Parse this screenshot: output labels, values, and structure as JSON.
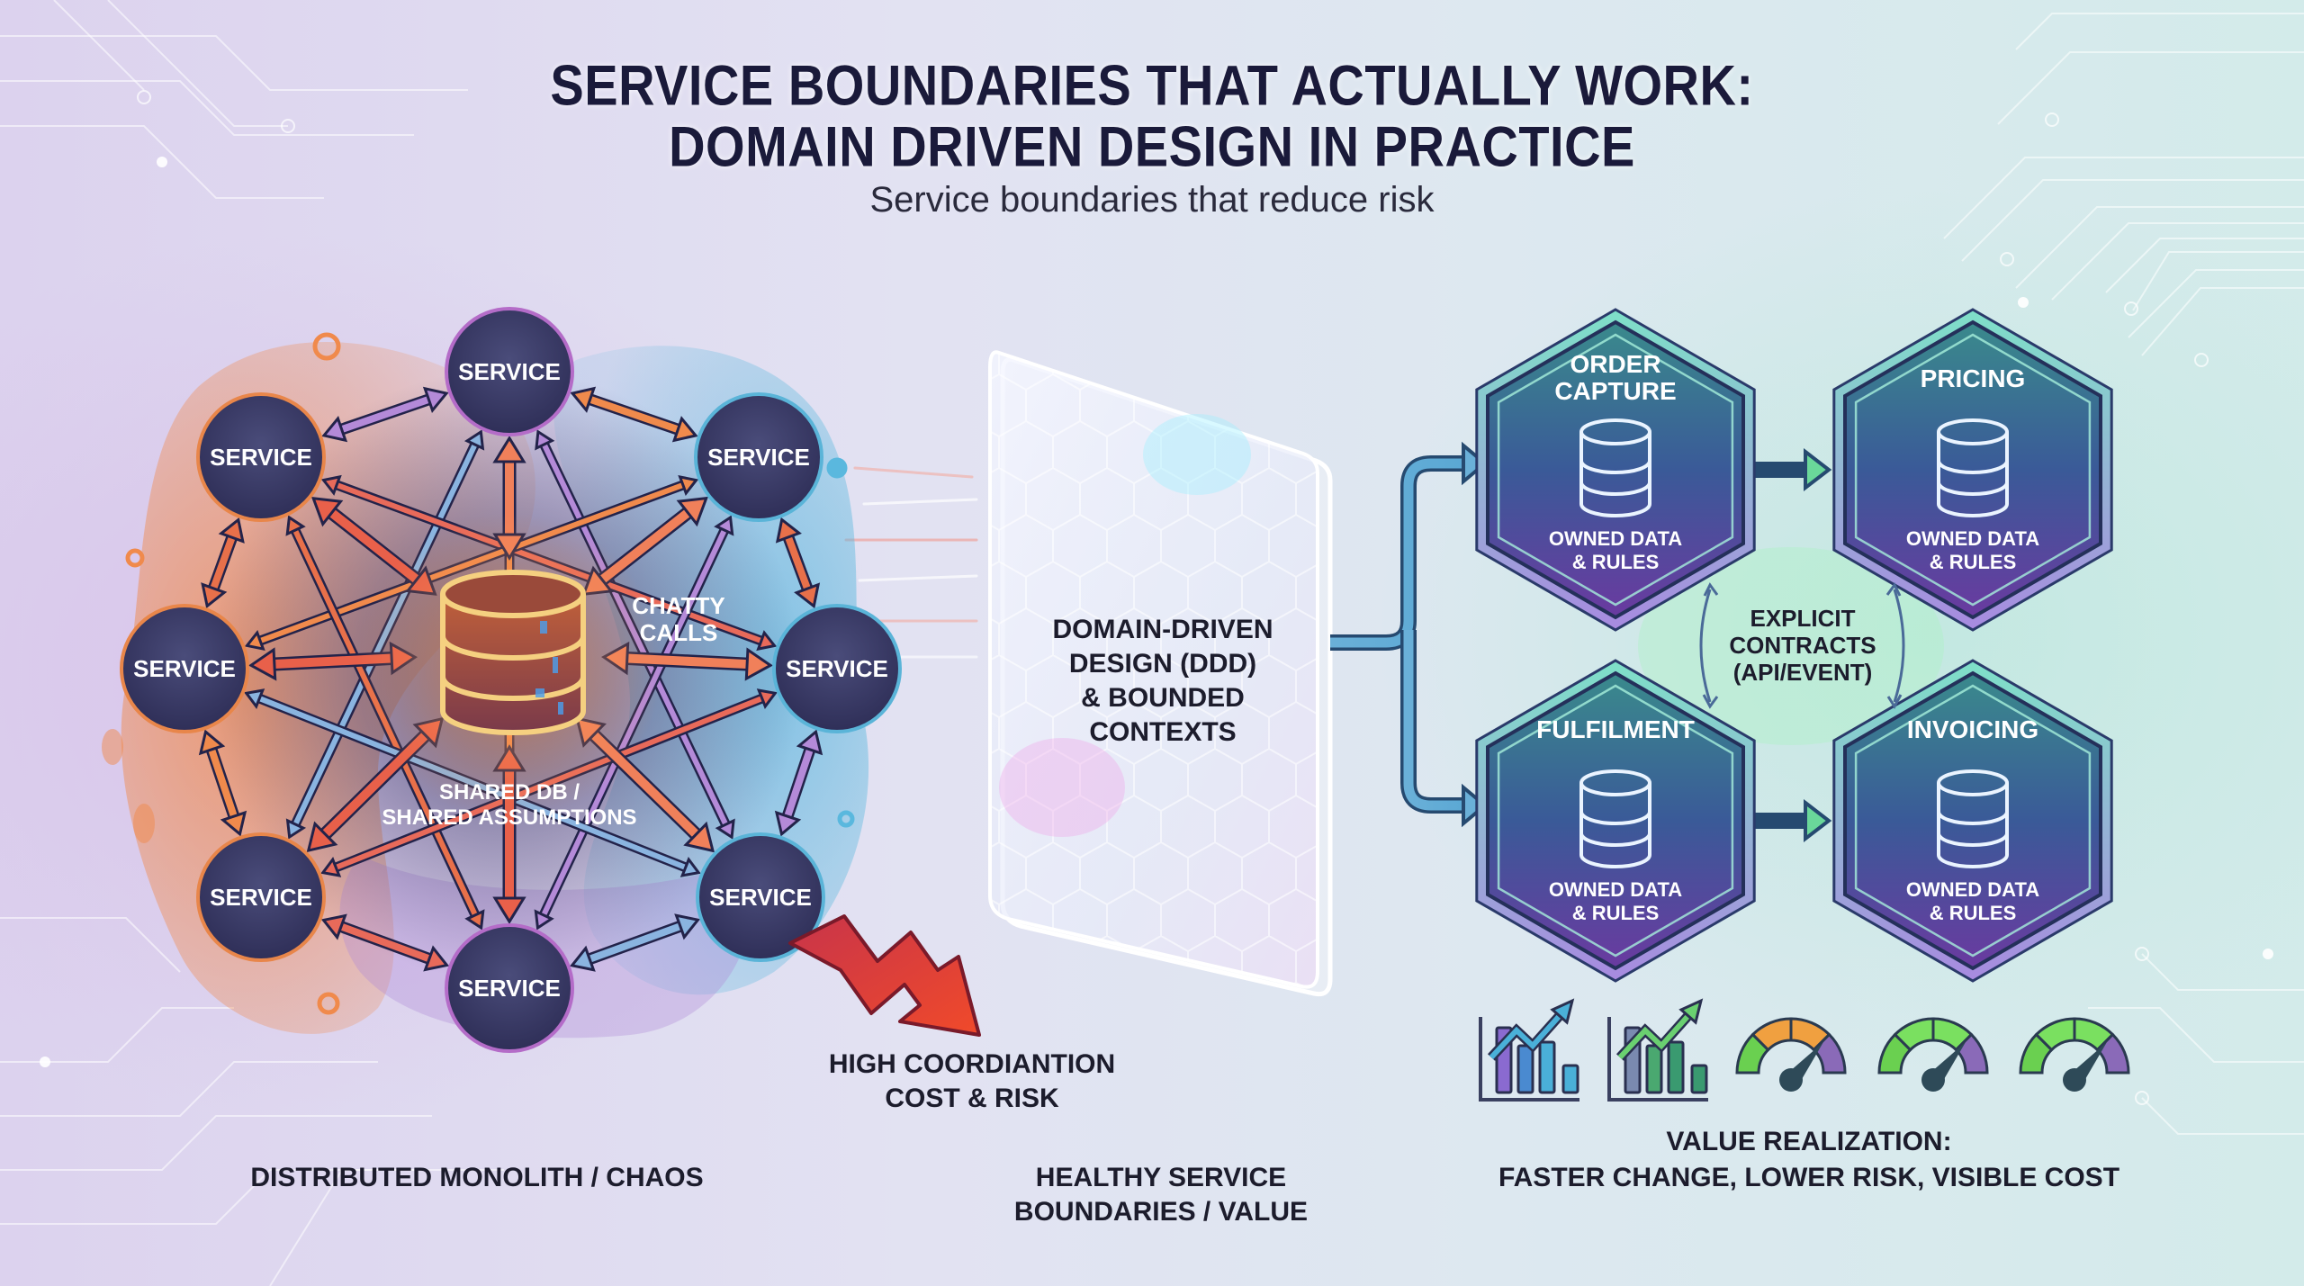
{
  "header": {
    "title_line1": "SERVICE BOUNDARIES THAT ACTUALLY WORK:",
    "title_line2": "DOMAIN DRIVEN DESIGN IN PRACTICE",
    "subtitle": "Service boundaries that reduce risk"
  },
  "left_panel": {
    "services": [
      {
        "label": "SERVICE",
        "accent": "#b46cc8"
      },
      {
        "label": "SERVICE",
        "accent": "#5ab4d8"
      },
      {
        "label": "SERVICE",
        "accent": "#5ab4d8"
      },
      {
        "label": "SERVICE",
        "accent": "#5ab4d8"
      },
      {
        "label": "SERVICE",
        "accent": "#b46cc8"
      },
      {
        "label": "SERVICE",
        "accent": "#e8864a"
      },
      {
        "label": "SERVICE",
        "accent": "#e8864a"
      },
      {
        "label": "SERVICE",
        "accent": "#e8864a"
      }
    ],
    "shared_db_label_line1": "SHARED DB /",
    "shared_db_label_line2": "SHARED ASSUMPTIONS",
    "chatty_calls_line1": "CHATTY",
    "chatty_calls_line2": "CALLS",
    "risk_caption_line1": "HIGH COORDIANTION",
    "risk_caption_line2": "COST & RISK",
    "caption": "DISTRIBUTED MONOLITH / CHAOS",
    "risk_color": "#e8442e"
  },
  "center_panel": {
    "ddd_line1": "DOMAIN-DRIVEN",
    "ddd_line2": "DESIGN (DDD)",
    "ddd_line3": "& BOUNDED",
    "ddd_line4": "CONTEXTS",
    "caption_line1": "HEALTHY SERVICE",
    "caption_line2": "BOUNDARIES / VALUE"
  },
  "right_panel": {
    "contexts": [
      {
        "title_line1": "ORDER",
        "title_line2": "CAPTURE",
        "sub_line1": "OWNED DATA",
        "sub_line2": "& RULES"
      },
      {
        "title_line1": "PRICING",
        "title_line2": "",
        "sub_line1": "OWNED DATA",
        "sub_line2": "& RULES"
      },
      {
        "title_line1": "FULFILMENT",
        "title_line2": "",
        "sub_line1": "OWNED DATA",
        "sub_line2": "& RULES"
      },
      {
        "title_line1": "INVOICING",
        "title_line2": "",
        "sub_line1": "OWNED DATA",
        "sub_line2": "& RULES"
      }
    ],
    "contracts_line1": "EXPLICIT",
    "contracts_line2": "CONTRACTS",
    "contracts_line3": "(API/EVENT)",
    "value_icons": [
      {
        "name": "growth-chart-blue-icon"
      },
      {
        "name": "growth-chart-green-icon"
      },
      {
        "name": "gauge-orange-icon"
      },
      {
        "name": "gauge-green-icon"
      },
      {
        "name": "gauge-green-icon"
      }
    ],
    "value_caption_line1": "VALUE REALIZATION:",
    "value_caption_line2": "FASTER CHANGE, LOWER RISK, VISIBLE COST",
    "hex_top_color": "#3a8a8c",
    "hex_bottom_color": "#6a3aa0"
  }
}
